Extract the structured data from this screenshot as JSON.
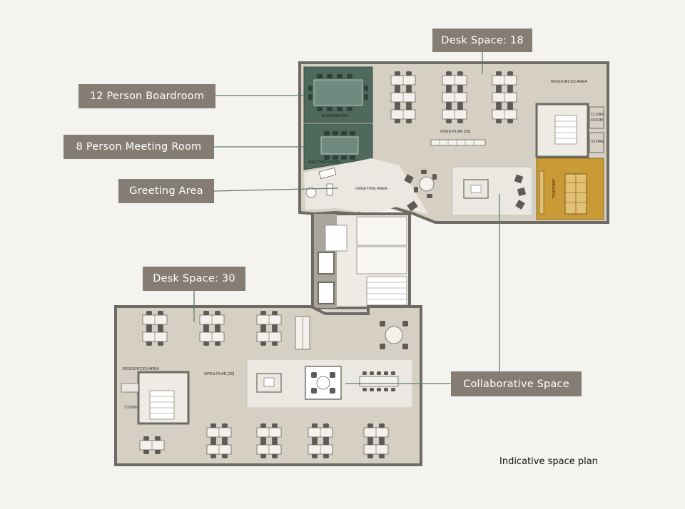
{
  "callouts": {
    "desk_space_upper": "Desk Space: 18",
    "boardroom": "12 Person Boardroom",
    "meeting_room": "8 Person Meeting Room",
    "greeting_area": "Greeting Area",
    "desk_space_lower": "Desk Space: 30",
    "collaborative_space": "Collaborative Space"
  },
  "caption": "Indicative space plan",
  "plan_labels": {
    "boardroom": "BOARDROOM",
    "meeting_room": "MEETING ROOM",
    "greeting_area": "GREETING AREA",
    "open_plan_upper": "OPEN PLAN [18]",
    "resources_area_upper": "RESOURCES AREA",
    "cloak_room_1": "CLOAK",
    "cloak_room_2": "ROOM",
    "store_upper": "STORE",
    "teapoint": "TEAPOINT",
    "open_plan_lower": "OPEN PLAN [30]",
    "resources_area_lower": "RESOURCES AREA",
    "store_lower": "STORE"
  },
  "colors": {
    "background": "#f4f3f0",
    "floor": "#d6d0c4",
    "wall": "#6e6a64",
    "boardroom": "#4e6a5d",
    "teapoint": "#c99a36",
    "collab_zone": "#ebe8e2",
    "callout_bg": "#857d74",
    "leader_line": "#5e7d70"
  }
}
